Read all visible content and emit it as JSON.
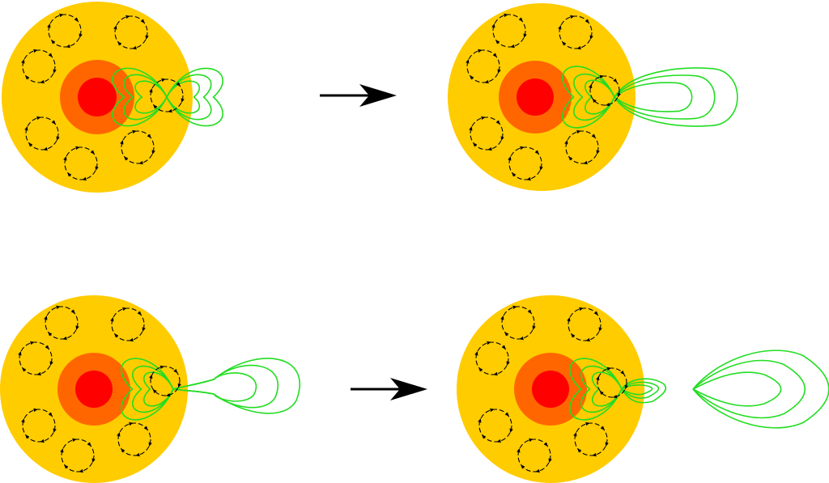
{
  "colors": {
    "background": "#ffffff",
    "star_outer": "#ffcc00",
    "star_middle": "#ff6600",
    "star_core": "#ff0000",
    "cell_stroke": "#000000",
    "field_line": "#22dd22",
    "arrow": "#000000"
  },
  "panels": [
    {
      "name": "top-left",
      "stage": "closed-loops"
    },
    {
      "name": "top-right",
      "stage": "stretched-loops"
    },
    {
      "name": "bottom-left",
      "stage": "pinching-loops"
    },
    {
      "name": "bottom-right",
      "stage": "detached-plasmoid"
    }
  ],
  "arrows": [
    {
      "name": "top-arrow",
      "direction": "right"
    },
    {
      "name": "bottom-arrow",
      "direction": "right"
    }
  ],
  "icons": [
    "convection-cell-icon",
    "right-arrow-icon"
  ]
}
